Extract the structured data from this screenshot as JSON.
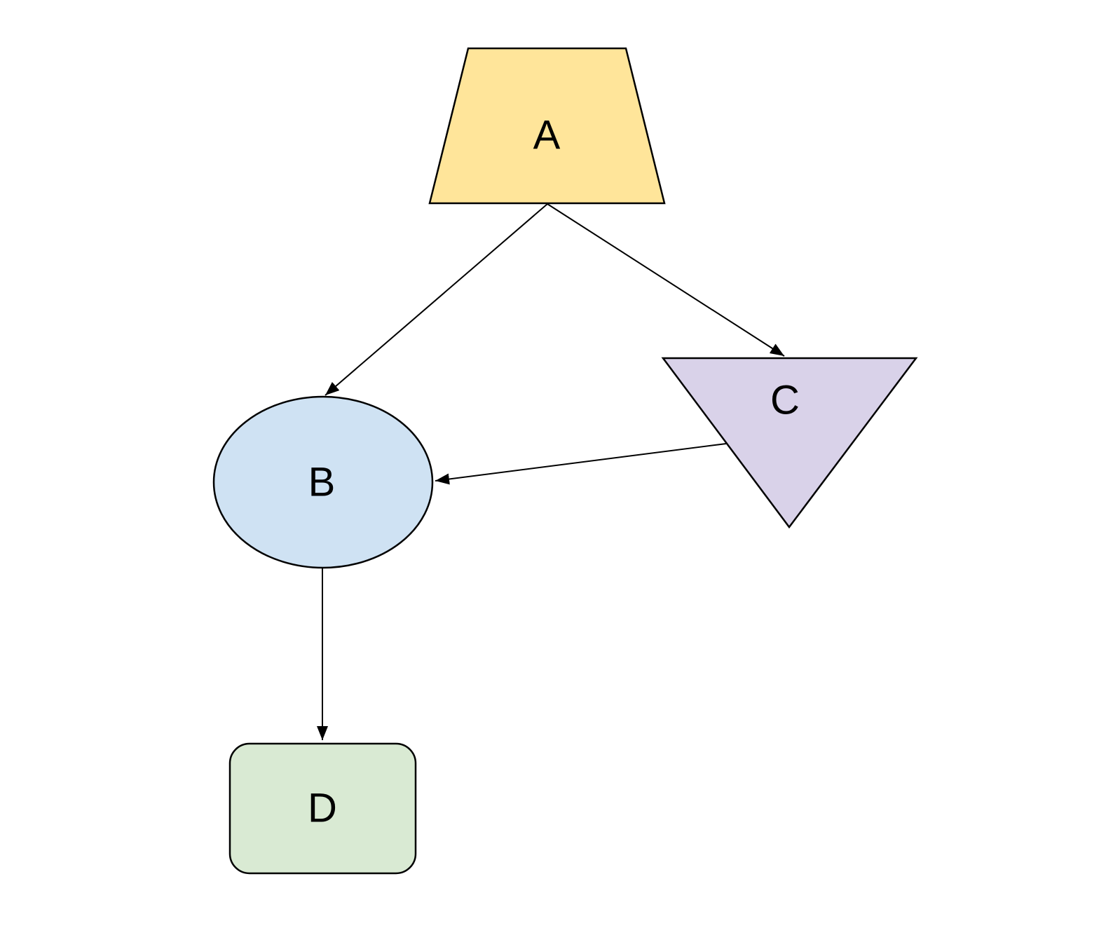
{
  "diagram": {
    "background_color": "#ffffff",
    "stroke_color": "#000000",
    "nodes": {
      "a": {
        "label": "A",
        "shape": "trapezoid",
        "fill": "#ffe59a"
      },
      "b": {
        "label": "B",
        "shape": "ellipse",
        "fill": "#cfe2f3"
      },
      "c": {
        "label": "C",
        "shape": "inverted-triangle",
        "fill": "#d9d2e9"
      },
      "d": {
        "label": "D",
        "shape": "rounded-rectangle",
        "fill": "#d9ead3"
      }
    },
    "edges": [
      {
        "from": "A",
        "to": "B"
      },
      {
        "from": "A",
        "to": "C"
      },
      {
        "from": "C",
        "to": "B"
      },
      {
        "from": "B",
        "to": "D"
      }
    ]
  }
}
